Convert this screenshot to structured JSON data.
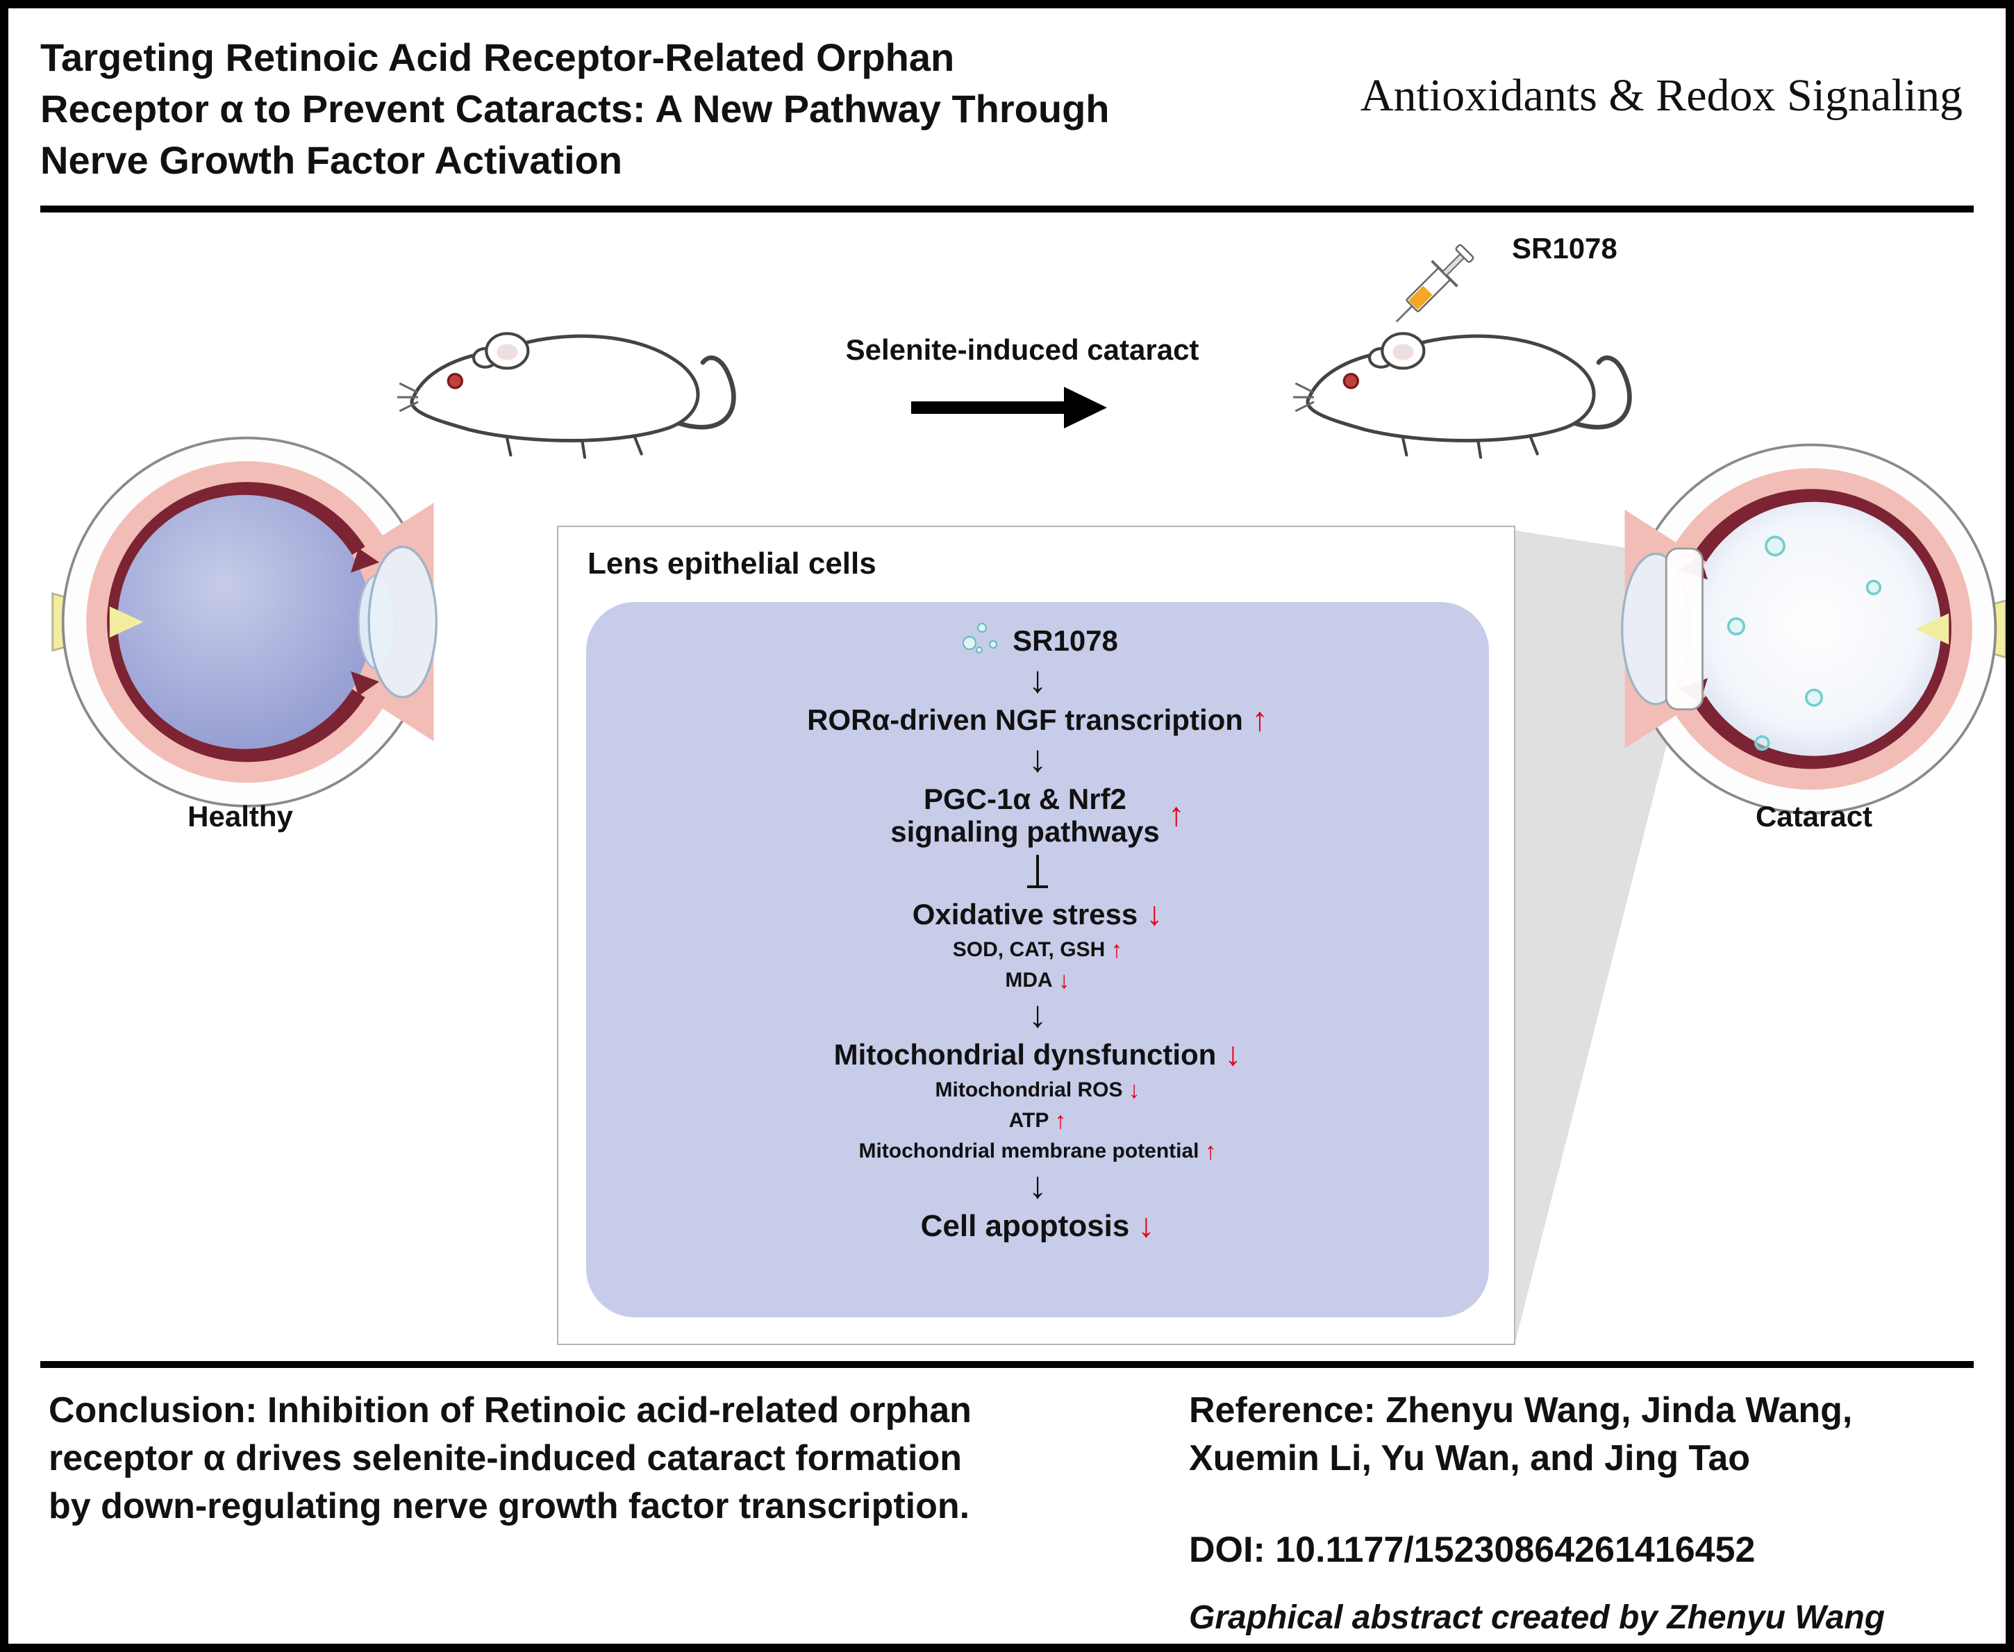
{
  "header": {
    "title_lines": [
      "Targeting Retinoic Acid Receptor-Related Orphan",
      "Receptor α to Prevent Cataracts: A New Pathway Through",
      "Nerve Growth Factor Activation"
    ],
    "journal": "Antioxidants & Redox Signaling"
  },
  "scene": {
    "treatment_label": "Selenite-induced cataract",
    "drug_label": "SR1078",
    "healthy_eye_label": "Healthy",
    "cataract_eye_label": "Cataract"
  },
  "panel": {
    "title": "Lens epithelial cells",
    "flow": {
      "sr1078": "SR1078",
      "ror": "RORα-driven NGF transcription",
      "pgc_line1": "PGC-1α & Nrf2",
      "pgc_line2": "signaling pathways",
      "oxidative": "Oxidative stress",
      "oxidative_sub1": "SOD, CAT, GSH",
      "oxidative_sub2": "MDA",
      "mito": "Mitochondrial dynsfunction",
      "mito_sub1": "Mitochondrial ROS",
      "mito_sub2": "ATP",
      "mito_sub3": "Mitochondrial membrane potential",
      "apoptosis": "Cell apoptosis"
    }
  },
  "glyphs": {
    "up": "↑",
    "down": "↓"
  },
  "footer": {
    "conclusion_lines": [
      "Conclusion: Inhibition of Retinoic acid-related orphan",
      "receptor α drives selenite-induced cataract formation",
      "by down-regulating nerve growth factor transcription."
    ],
    "reference_lines": [
      "Reference: Zhenyu Wang, Jinda Wang,",
      "Xuemin Li, Yu Wan, and Jing Tao"
    ],
    "doi": "DOI: 10.1177/15230864261416452",
    "credit": "Graphical abstract created by Zhenyu Wang"
  },
  "colors": {
    "accent_red": "#e60012",
    "panel_lavender": "#c7cce9",
    "molecule_cyan": "#5bbcbc",
    "lens_purple": "#9aa3d4"
  }
}
